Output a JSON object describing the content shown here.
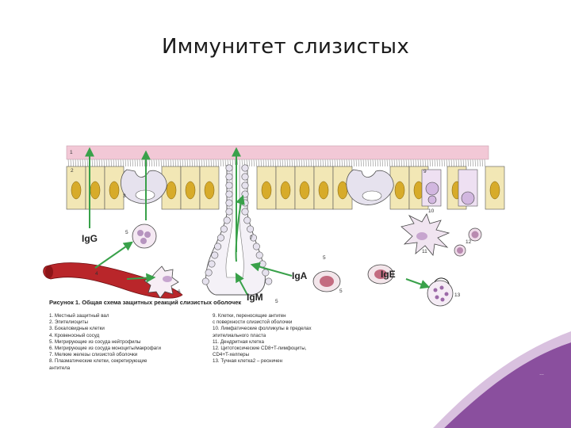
{
  "slide": {
    "title": "Иммунитет слизистых"
  },
  "diagram": {
    "number_labels": [
      "1",
      "2",
      "3",
      "4",
      "5",
      "6",
      "7",
      "8",
      "9",
      "10",
      "11",
      "12",
      "13"
    ],
    "antibody_labels": {
      "igg": "IgG",
      "iga": "IgA",
      "igm": "IgM",
      "ige": "IgE"
    },
    "colors": {
      "mucus_layer": "#f2c8d6",
      "epithelial_cell": "#f2e7b5",
      "nucleus": "#d7ab2a",
      "goblet_cell": "#e6e2ee",
      "blood_vessel": "#b9262a",
      "arrow": "#39a14a",
      "accent_corner": "#8a4f9e"
    }
  },
  "caption": {
    "title": "Рисунок 1. Общая схема защитных реакций слизистых оболочек",
    "legend_left": [
      "1. Местный защитный вал",
      "2. Эпителиоциты",
      "3. Бокаловидные клетки",
      "4. Кровеносный сосуд",
      "5. Мигрирующие из сосуда нейтрофилы",
      "6. Мигрирующие из сосуда моноциты/макрофаги",
      "7. Мелкие железы слизистой оболочки",
      "8. Плазматические клетки, секретирующие",
      "    антитела"
    ],
    "legend_right": [
      "9. Клетки, переносящие антиген",
      "    с поверхности слизистой оболочки",
      "10. Лимфатические фолликулы в пределах",
      "    эпителиального пласта",
      "11. Дендритная клетка",
      "12. Цитотоксические CD8+T-лимфоциты,",
      "    CD4+T-хелперы",
      "13. Тучная клетка2 – ресничен"
    ]
  }
}
